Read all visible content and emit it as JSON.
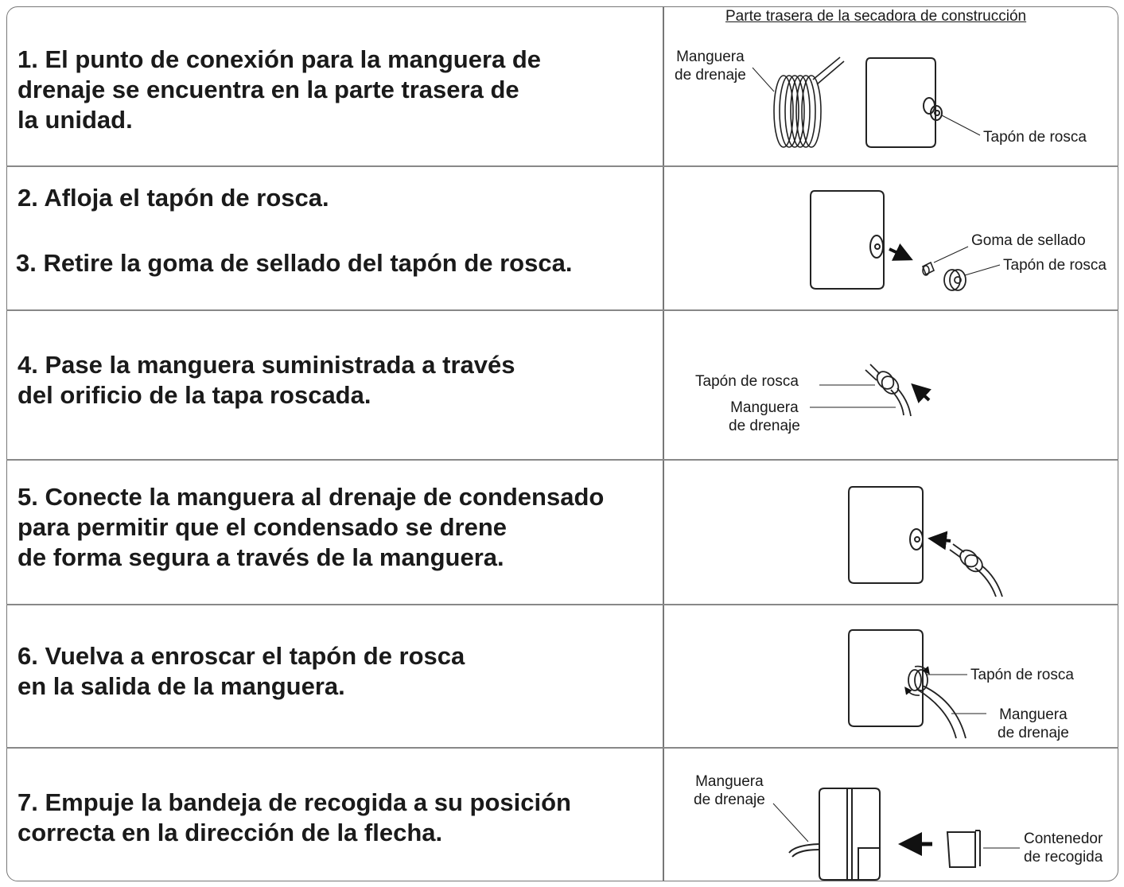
{
  "header": "Parte trasera de la secadora de construcción",
  "steps": [
    {
      "lines": [
        "1. El punto de conexión para la manguera de",
        "drenaje se encuentra en la parte trasera de",
        "la unidad."
      ]
    },
    {
      "lines": [
        "2. Afloja el tapón de rosca."
      ]
    },
    {
      "lines": [
        "3. Retire la goma de sellado del tapón de rosca."
      ]
    },
    {
      "lines": [
        "4. Pase la manguera suministrada a través",
        "del orificio de la tapa roscada."
      ]
    },
    {
      "lines": [
        "5. Conecte la manguera al drenaje de condensado",
        "para permitir que el condensado se drene",
        "de forma segura a través de la manguera."
      ]
    },
    {
      "lines": [
        "6. Vuelva a enroscar el tapón de rosca",
        "en la salida de la manguera."
      ]
    },
    {
      "lines": [
        "7. Empuje la bandeja de recogida a su posición",
        "correcta en la dirección de la flecha."
      ]
    }
  ],
  "labels": {
    "r1_hose": [
      "Manguera",
      "de drenaje"
    ],
    "r1_cap": "Tapón de rosca",
    "r2_seal": "Goma de sellado",
    "r2_cap": "Tapón de rosca",
    "r3_cap": "Tapón de rosca",
    "r3_hose": [
      "Manguera",
      "de drenaje"
    ],
    "r5_cap": "Tapón de rosca",
    "r5_hose": [
      "Manguera",
      "de drenaje"
    ],
    "r6_hose": [
      "Manguera",
      "de drenaje"
    ],
    "r6_container": [
      "Contenedor",
      "de recogida"
    ]
  }
}
